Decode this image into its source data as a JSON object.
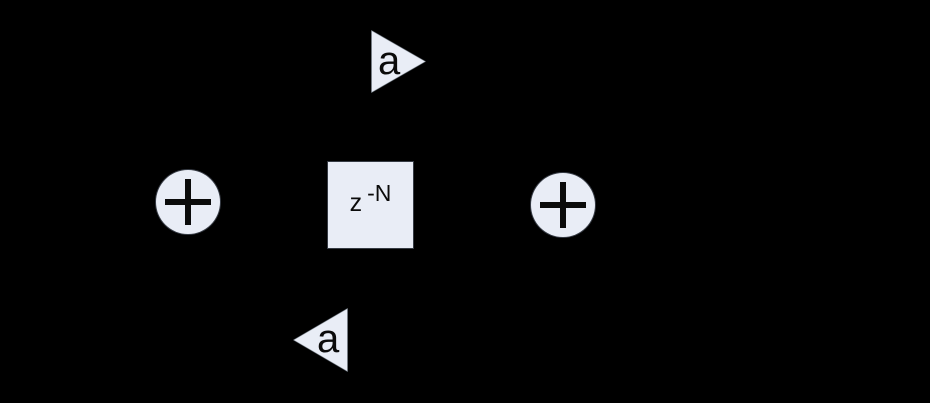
{
  "canvas": {
    "background_color": "#000000",
    "shape_fill_color": "#e9edf6",
    "text_color": "#0b0b0b",
    "description": "Signal-flow block diagram fragment: two summation nodes, a z^-N delay block, and two gain triangles labeled a"
  },
  "diagram": {
    "nodes": [
      {
        "id": "gain-top",
        "type": "gain-triangle",
        "direction": "right",
        "label": "a"
      },
      {
        "id": "sum-left",
        "type": "summation",
        "operator": "+"
      },
      {
        "id": "delay",
        "type": "delay-block",
        "label_base": "z",
        "label_exponent": "-N"
      },
      {
        "id": "sum-right",
        "type": "summation",
        "operator": "+"
      },
      {
        "id": "gain-bottom",
        "type": "gain-triangle",
        "direction": "left",
        "label": "a"
      }
    ]
  }
}
